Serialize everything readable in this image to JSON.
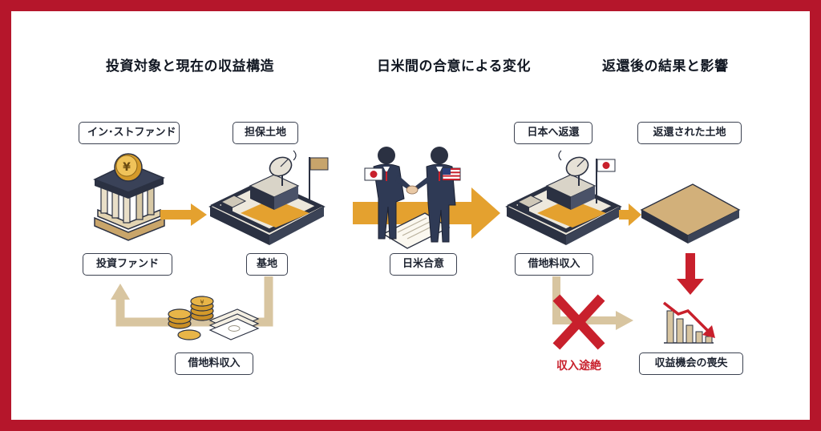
{
  "colors": {
    "frame": "#b5162b",
    "gold_arrow": "#e4a12f",
    "beige_arrow": "#d8c5a0",
    "red_accent": "#c8202c",
    "navy": "#2b3142",
    "land": "#c9a56a"
  },
  "sections": {
    "current": "投資対象と現在の収益構造",
    "agreement": "日米間の合意による変化",
    "after": "返還後の結果と影響"
  },
  "labels": {
    "infund": "イン･ストファンド",
    "collateral": "担保土地",
    "fund": "投資ファンド",
    "base": "基地",
    "rent_income_left": "借地料収入",
    "agreement": "日米合意",
    "returned_to_japan": "日本へ返還",
    "returned_land": "返還された土地",
    "rent_income_right": "借地料収入",
    "income_cut": "収入途絶",
    "loss": "収益機会の喪失"
  },
  "icons": [
    "bank-icon",
    "yen-coin-icon",
    "military-base-icon",
    "radar-dish-icon",
    "flag-icon",
    "coin-stack-icon",
    "banknote-icon",
    "handshake-icon",
    "japan-flag-icon",
    "us-flag-icon",
    "document-icon",
    "land-plot-icon",
    "cross-icon",
    "declining-chart-icon"
  ]
}
